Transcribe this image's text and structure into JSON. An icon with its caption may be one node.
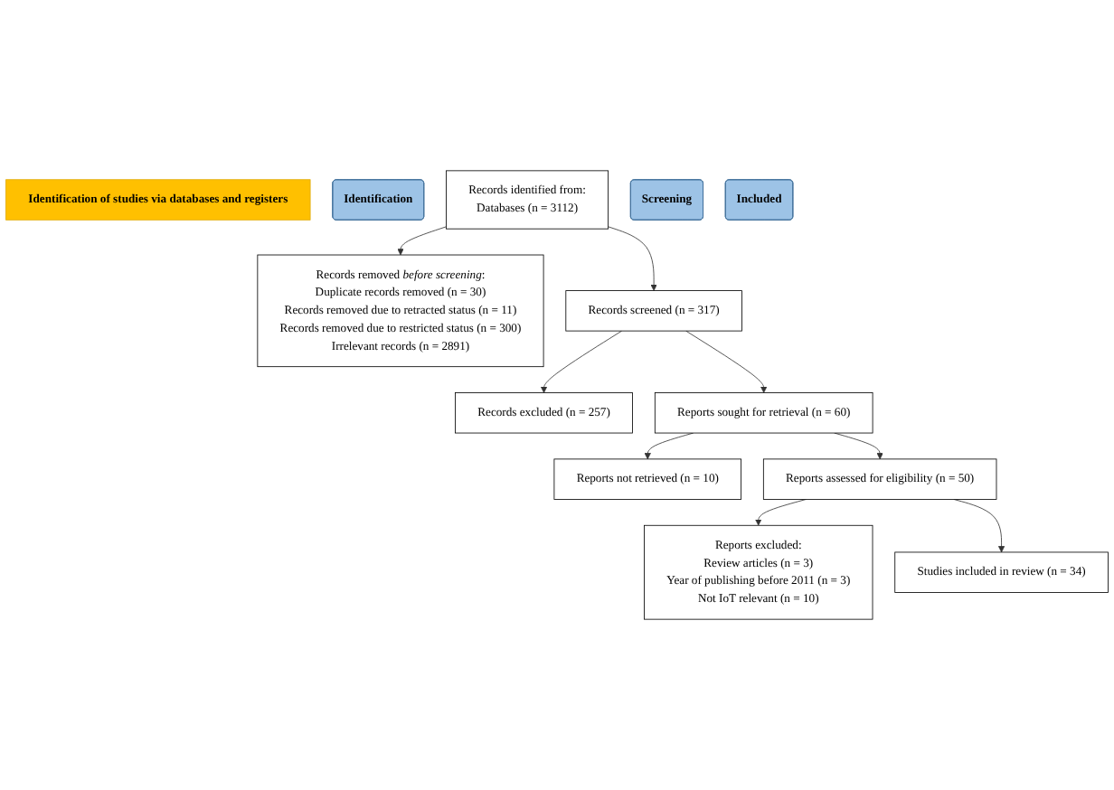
{
  "diagram": {
    "nodes": [
      {
        "text": [
          "Identification of studies via databases and registers"
        ]
      },
      {
        "text": [
          "Identification"
        ]
      },
      {
        "text": [
          "Records identified from:",
          "Databases (n = 3112)"
        ]
      },
      {
        "text": [
          "Records removed *before screening*:",
          "Duplicate records removed  (n = 30)",
          "Records removed due to retracted status (n = 11)",
          "Records removed due to restricted status (n = 300)",
          "Irrelevant records (n = 2891)"
        ]
      },
      {
        "text": [
          "Records screened (n = 317)"
        ]
      },
      {
        "text": [
          "Records excluded (n = 257)"
        ]
      },
      {
        "text": [
          "Screening"
        ]
      },
      {
        "text": [
          "Reports sought for retrieval (n = 60)"
        ]
      },
      {
        "text": [
          "Reports not retrieved (n = 10)"
        ]
      },
      {
        "text": [
          "Reports assessed for eligibility (n = 50)"
        ]
      },
      {
        "text": [
          "Reports excluded:",
          "Review articles (n = 3)",
          "Year of publishing before 2011 (n = 3)",
          "Not IoT relevant (n = 10)"
        ]
      },
      {
        "text": [
          "Included"
        ]
      },
      {
        "text": [
          "Studies included in review (n = 34)"
        ]
      }
    ],
    "edges": [
      {
        "from": 2,
        "to": 3,
        "arrow": "to"
      },
      {
        "from": 2,
        "to": 4,
        "arrow": "to"
      },
      {
        "from": 4,
        "to": 5,
        "arrow": "to"
      },
      {
        "from": 4,
        "to": 7,
        "arrow": "to"
      },
      {
        "from": 7,
        "to": 8,
        "arrow": "to"
      },
      {
        "from": 7,
        "to": 9,
        "arrow": "to"
      },
      {
        "from": 9,
        "to": 10,
        "arrow": "to"
      },
      {
        "from": 9,
        "to": 12,
        "arrow": "to"
      }
    ]
  }
}
